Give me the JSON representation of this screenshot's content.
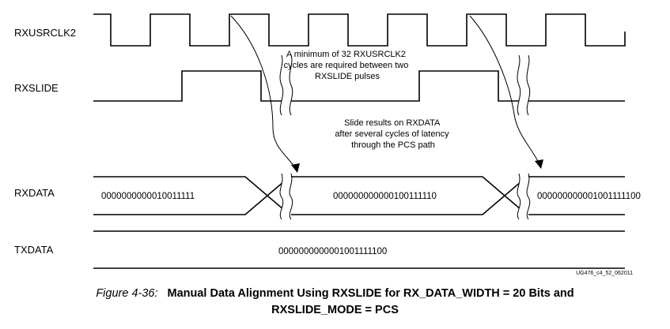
{
  "signals": {
    "rxusrclk2": "RXUSRCLK2",
    "rxslide": "RXSLIDE",
    "rxdata": "RXDATA",
    "txdata": "TXDATA"
  },
  "rxdata_values": [
    "0000000000010011111",
    "000000000000100111110",
    "000000000001001111100"
  ],
  "txdata_value": "0000000000001001111100",
  "notes": {
    "min_cycles": [
      "A minimum of 32 RXUSRCLK2",
      "cycles are required between two",
      "RXSLIDE pulses"
    ],
    "latency": [
      "Slide results on RXDATA",
      "after several cycles of latency",
      "through the PCS path"
    ]
  },
  "figure_id": "UG476_c4_52_062011",
  "caption": {
    "number": "Figure 4-36:",
    "title_line1": "Manual Data Alignment Using RXSLIDE for RX_DATA_WIDTH = 20 Bits and",
    "title_line2": "RXSLIDE_MODE = PCS"
  }
}
